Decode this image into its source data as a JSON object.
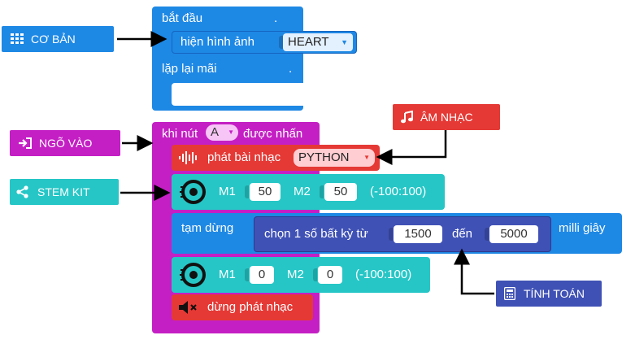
{
  "colors": {
    "basic": "#1e88e5",
    "input": "#c41fc4",
    "music": "#e53935",
    "stemkit": "#26c6c6",
    "math": "#3f51b5"
  },
  "categories": {
    "basic": {
      "label": "CƠ BẢN",
      "icon": "grid-icon"
    },
    "input": {
      "label": "NGÕ VÀO",
      "icon": "sign-in-icon"
    },
    "music": {
      "label": "ÂM NHẠC",
      "icon": "music-note-icon"
    },
    "stemkit": {
      "label": "STEM KIT",
      "icon": "share-icon"
    },
    "math": {
      "label": "TÍNH TOÁN",
      "icon": "calculator-icon"
    }
  },
  "block1": {
    "start": "bắt đầu",
    "start_dot": ".",
    "show_image": "hiện hình ảnh",
    "image_value": "HEART",
    "repeat": "lặp lại mãi",
    "repeat_dot": "."
  },
  "block2": {
    "when": "khi nút",
    "button": "A",
    "pressed": "được nhấn",
    "play_music": "phát bài nhạc",
    "song": "PYTHON",
    "m1_label": "M1",
    "m1_value": "50",
    "m2_label": "M2",
    "m2_value": "50",
    "range1": "(-100:100)",
    "pause": "tạm dừng",
    "random": "chọn 1 số bất kỳ từ",
    "from_value": "1500",
    "to": "đến",
    "to_value": "5000",
    "unit": "milli giây",
    "m1b_label": "M1",
    "m1b_value": "0",
    "m2b_label": "M2",
    "m2b_value": "0",
    "range2": "(-100:100)",
    "stop_music": "dừng phát nhạc"
  }
}
